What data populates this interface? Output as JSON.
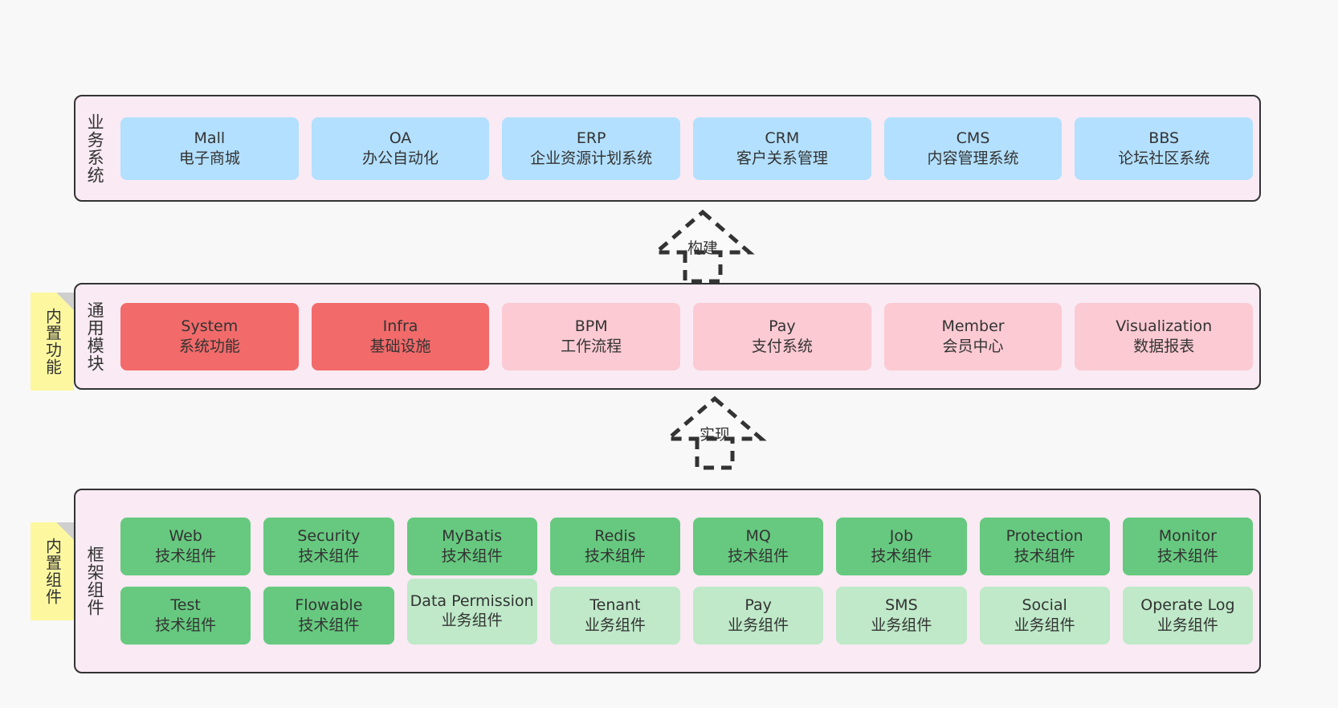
{
  "layers": [
    {
      "title": "业务系统",
      "cards": [
        {
          "en": "Mall",
          "cn": "电子商城"
        },
        {
          "en": "OA",
          "cn": "办公自动化"
        },
        {
          "en": "ERP",
          "cn": "企业资源计划系统"
        },
        {
          "en": "CRM",
          "cn": "客户关系管理"
        },
        {
          "en": "CMS",
          "cn": "内容管理系统"
        },
        {
          "en": "BBS",
          "cn": "论坛社区系统"
        }
      ]
    },
    {
      "title": "通用模块",
      "cards": [
        {
          "en": "System",
          "cn": "系统功能"
        },
        {
          "en": "Infra",
          "cn": "基础设施"
        },
        {
          "en": "BPM",
          "cn": "工作流程"
        },
        {
          "en": "Pay",
          "cn": "支付系统"
        },
        {
          "en": "Member",
          "cn": "会员中心"
        },
        {
          "en": "Visualization",
          "cn": "数据报表"
        }
      ]
    },
    {
      "title": "框架组件",
      "row1": [
        {
          "en": "Web",
          "cn": "技术组件"
        },
        {
          "en": "Security",
          "cn": "技术组件"
        },
        {
          "en": "MyBatis",
          "cn": "技术组件"
        },
        {
          "en": "Redis",
          "cn": "技术组件"
        },
        {
          "en": "MQ",
          "cn": "技术组件"
        },
        {
          "en": "Job",
          "cn": "技术组件"
        },
        {
          "en": "Protection",
          "cn": "技术组件"
        },
        {
          "en": "Monitor",
          "cn": "技术组件"
        }
      ],
      "row2": [
        {
          "en": "Test",
          "cn": "技术组件"
        },
        {
          "en": "Flowable",
          "cn": "技术组件"
        },
        {
          "en": "Data Permission",
          "cn": "业务组件"
        },
        {
          "en": "Tenant",
          "cn": "业务组件"
        },
        {
          "en": "Pay",
          "cn": "业务组件"
        },
        {
          "en": "SMS",
          "cn": "业务组件"
        },
        {
          "en": "Social",
          "cn": "业务组件"
        },
        {
          "en": "Operate Log",
          "cn": "业务组件"
        }
      ]
    }
  ],
  "stickies": [
    {
      "text": "内置功能"
    },
    {
      "text": "内置组件"
    }
  ],
  "arrows": [
    {
      "label": "构建"
    },
    {
      "label": "实现"
    }
  ],
  "colors": {
    "layer_background": "#f9eaf3",
    "layer_border": "#333333",
    "business_card": "#b3e0ff",
    "module_primary": "#f26a6a",
    "module_secondary": "#fccad3",
    "tech_component": "#66c97f",
    "business_component": "#bfe9c8",
    "sticky_note": "#fdf8a0",
    "page_background": "#f8f8f8",
    "text": "#333333"
  }
}
